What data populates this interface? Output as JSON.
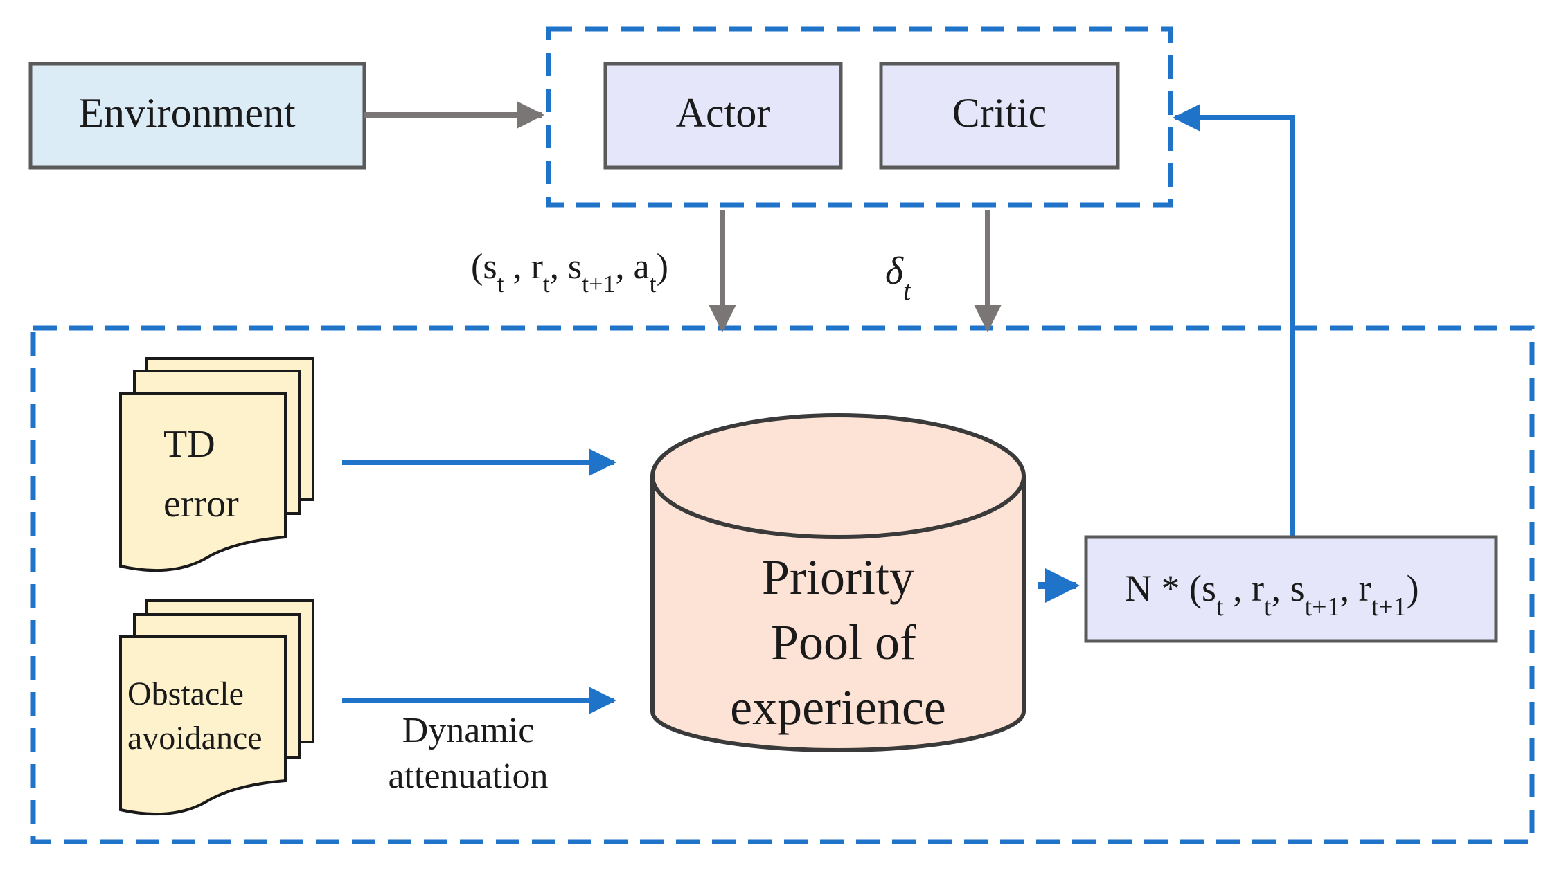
{
  "nodes": {
    "environment": "Environment",
    "actor": "Actor",
    "critic": "Critic",
    "td_error": [
      "TD",
      "error"
    ],
    "obstacle": [
      "Obstacle",
      "avoidance"
    ],
    "pool": [
      "Priority",
      "Pool of",
      "experience"
    ]
  },
  "edges": {
    "transition": {
      "open": "(s",
      "s_sub": "t",
      "sep1": " , r",
      "r_sub": "t",
      "sep2": ", s",
      "s1_sub": "t+1",
      "sep3": ", a",
      "a_sub": "t",
      "close": ")"
    },
    "delta": {
      "symbol": "δ",
      "sub": "t"
    },
    "dynamic": [
      "Dynamic",
      "attenuation"
    ],
    "sample": {
      "prefix": "N * (s",
      "s_sub": "t",
      "sep1": " , r",
      "r_sub": "t",
      "sep2": ", s",
      "s1_sub": "t+1",
      "sep3": ", r",
      "r1_sub": "t+1",
      "close": ")"
    }
  },
  "colors": {
    "environment_fill": "#dcecf6",
    "agent_fill": "#e6e6fb",
    "doc_fill": "#fdf2cc",
    "pool_fill": "#fde3d6",
    "blue": "#1f73c8",
    "grey_arrow": "#7a7676",
    "box_stroke": "#5a5a5a"
  }
}
